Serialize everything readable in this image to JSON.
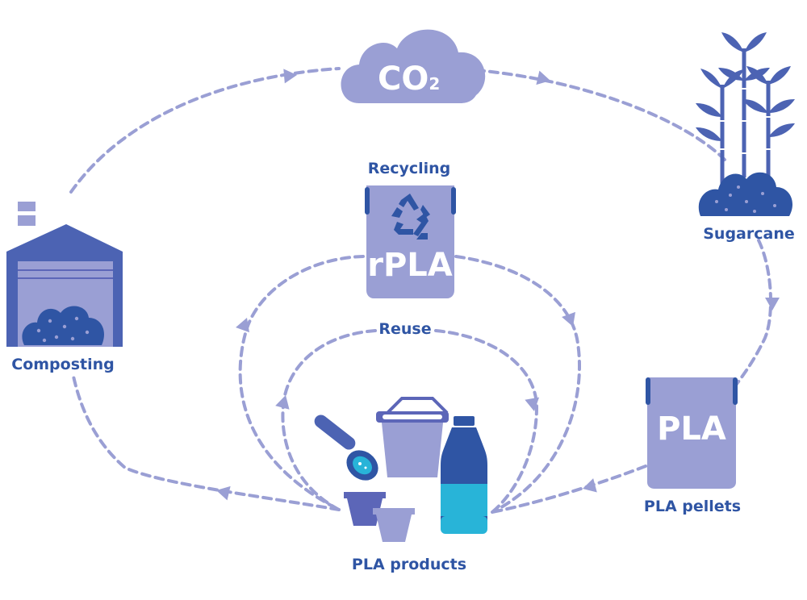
{
  "cloud": {
    "label": "CO",
    "subscript": "2"
  },
  "nodes": {
    "sugarcane": "Sugarcane",
    "pellets": "PLA pellets",
    "products": "PLA products",
    "composting": "Composting",
    "recycling": "Recycling",
    "reuse": "Reuse"
  },
  "bags": {
    "pla": "PLA",
    "rpla": "rPLA"
  },
  "colors": {
    "arrow": "#9a9fd4",
    "light": "#9a9fd4",
    "mid": "#5c66b8",
    "dark": "#2f55a4",
    "navy": "#1f3d93",
    "cyan": "#28b4d8",
    "label": "#2f55a4"
  },
  "icons": [
    "cloud-icon",
    "sugarcane-icon",
    "bag-icon",
    "recycle-icon",
    "factory-icon",
    "spoon-icon",
    "cup-icon",
    "bottle-icon"
  ]
}
